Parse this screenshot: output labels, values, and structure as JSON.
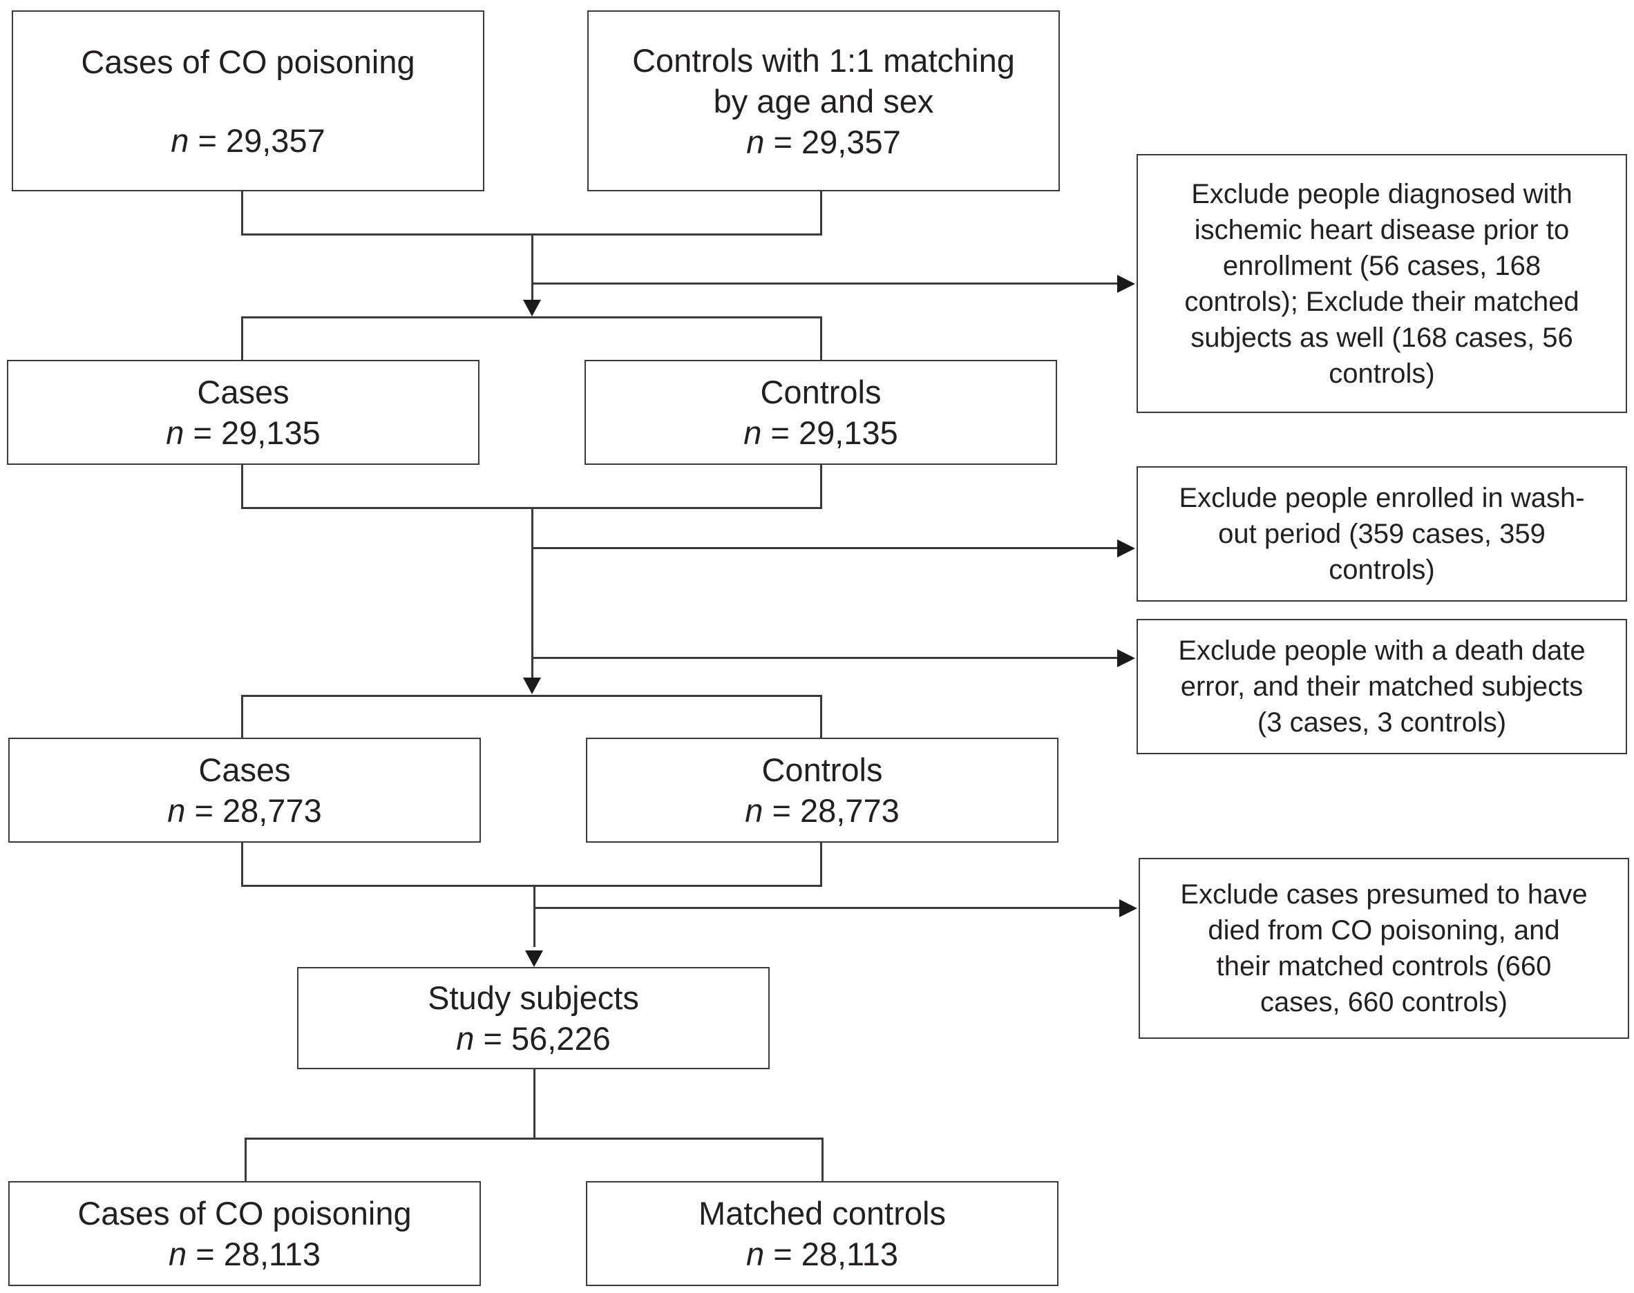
{
  "n_prefix": "n",
  "boxes": {
    "co_cases": {
      "title": "Cases of CO poisoning",
      "count": " = 29,357"
    },
    "initial_controls": {
      "title_line1": "Controls with 1:1 matching",
      "title_line2": "by age and sex",
      "count": " = 29,357"
    },
    "cases_step2": {
      "title": "Cases",
      "count": " = 29,135"
    },
    "controls_step2": {
      "title": "Controls",
      "count": " = 29,135"
    },
    "cases_step3": {
      "title": "Cases",
      "count": " = 28,773"
    },
    "controls_step3": {
      "title": "Controls",
      "count": " = 28,773"
    },
    "study_subjects": {
      "title": "Study subjects",
      "count": " = 56,226"
    },
    "final_cases": {
      "title": "Cases of CO poisoning",
      "count": " = 28,113"
    },
    "matched_controls": {
      "title": "Matched controls",
      "count": " = 28,113"
    }
  },
  "exclusions": {
    "ischemic_heart_disease": [
      "Exclude people diagnosed with",
      "ischemic heart disease prior to",
      "enrollment (56 cases, 168",
      "controls); Exclude their matched",
      "subjects as well (168 cases, 56",
      "controls)"
    ],
    "washout_period": [
      "Exclude people enrolled in wash-",
      "out period (359 cases, 359",
      "controls)"
    ],
    "death_date_error": [
      "Exclude people with a death date",
      "error, and their matched subjects",
      "(3 cases, 3 controls)"
    ],
    "co_deaths": [
      "Exclude cases presumed to have",
      "died from CO poisoning, and",
      "their matched controls (660",
      "cases, 660 controls)"
    ]
  }
}
